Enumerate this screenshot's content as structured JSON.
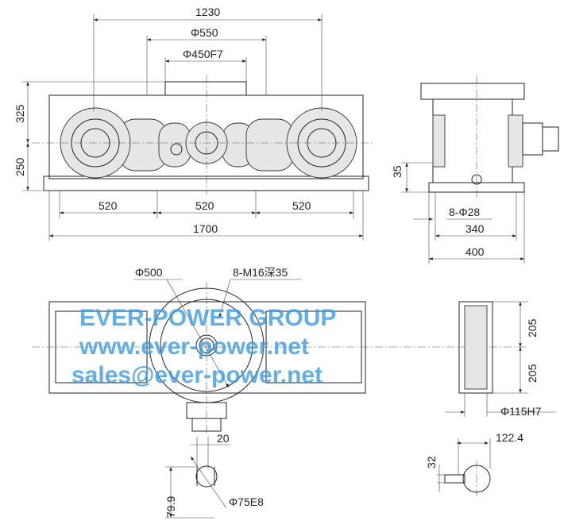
{
  "dimensions": {
    "overall_1230": "1230",
    "phi_550": "Φ550",
    "phi_450": "Φ450F7",
    "h_325": "325",
    "h_250": "250",
    "h_35": "35",
    "span_1": "520",
    "span_2": "520",
    "span_3": "520",
    "length_1700": "1700",
    "holes_8_phi28": "8-Φ28",
    "w_340": "340",
    "w_400": "400",
    "phi_500": "Φ500",
    "bolt_m16": "8-M16深35",
    "h_205_top": "205",
    "h_205_bottom": "205",
    "phi_115": "Φ115H7",
    "key_20": "20",
    "key_79_9": "79.9",
    "phi_75": "Φ75E8",
    "shaft_122_4": "122.4",
    "key_32": "32"
  },
  "watermark": {
    "line1": "EVER-POWER GROUP",
    "line2": "www.ever-power.net",
    "line3": "sales@ever-power.net",
    "color": "#3b9be0"
  }
}
